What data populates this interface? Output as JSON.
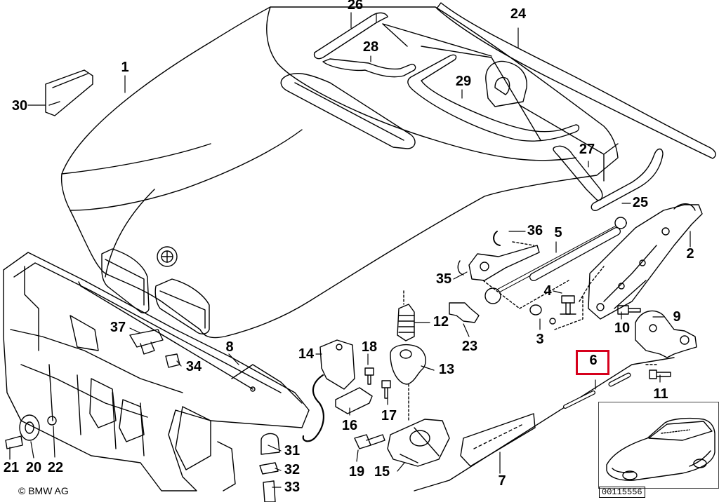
{
  "diagram": {
    "copyright": "© BMW AG",
    "reference_number": "00115556",
    "highlighted_part": "6",
    "part_labels": [
      {
        "id": "1",
        "text": "1"
      },
      {
        "id": "2",
        "text": "2"
      },
      {
        "id": "3",
        "text": "3"
      },
      {
        "id": "4",
        "text": "4"
      },
      {
        "id": "5",
        "text": "5"
      },
      {
        "id": "6",
        "text": "6"
      },
      {
        "id": "7",
        "text": "7"
      },
      {
        "id": "8",
        "text": "8"
      },
      {
        "id": "9",
        "text": "9"
      },
      {
        "id": "10",
        "text": "10"
      },
      {
        "id": "11",
        "text": "11"
      },
      {
        "id": "12",
        "text": "12"
      },
      {
        "id": "13",
        "text": "13"
      },
      {
        "id": "14",
        "text": "14"
      },
      {
        "id": "15",
        "text": "15"
      },
      {
        "id": "16",
        "text": "16"
      },
      {
        "id": "17",
        "text": "17"
      },
      {
        "id": "18",
        "text": "18"
      },
      {
        "id": "19",
        "text": "19"
      },
      {
        "id": "20",
        "text": "20"
      },
      {
        "id": "21",
        "text": "21"
      },
      {
        "id": "22",
        "text": "22"
      },
      {
        "id": "23",
        "text": "23"
      },
      {
        "id": "24",
        "text": "24"
      },
      {
        "id": "25",
        "text": "25"
      },
      {
        "id": "26",
        "text": "26"
      },
      {
        "id": "27",
        "text": "27"
      },
      {
        "id": "28",
        "text": "28"
      },
      {
        "id": "29",
        "text": "29"
      },
      {
        "id": "30",
        "text": "30"
      },
      {
        "id": "31",
        "text": "31"
      },
      {
        "id": "32",
        "text": "32"
      },
      {
        "id": "33",
        "text": "33"
      },
      {
        "id": "34",
        "text": "34"
      },
      {
        "id": "35",
        "text": "35"
      },
      {
        "id": "36",
        "text": "36"
      },
      {
        "id": "37",
        "text": "37"
      }
    ]
  }
}
